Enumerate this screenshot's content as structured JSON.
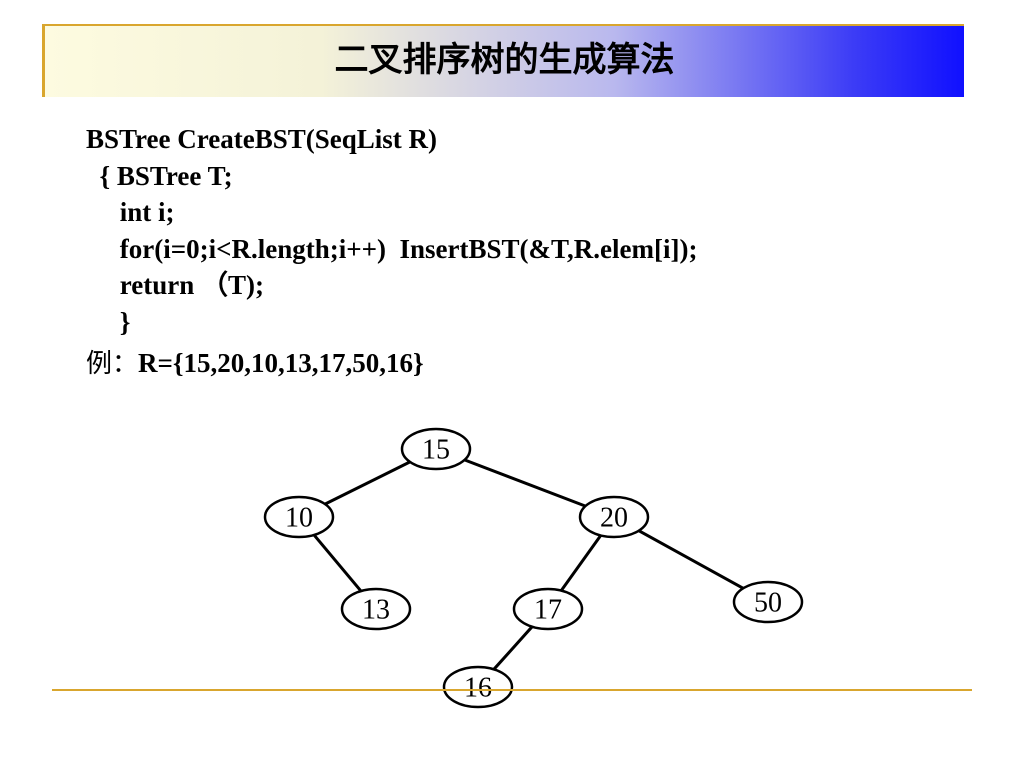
{
  "slide": {
    "title": "二叉排序树的生成算法",
    "code_lines": [
      "BSTree CreateBST(SeqList R)",
      "  { BSTree T;",
      "     int i;",
      "     for(i=0;i<R.length;i++)  InsertBST(&T,R.elem[i]);",
      "     return （T);",
      "     }"
    ],
    "example_prefix": "例：",
    "example_value": "R={15,20,10,13,17,50,16}"
  },
  "tree": {
    "nodes": [
      {
        "id": "n15",
        "label": "15"
      },
      {
        "id": "n10",
        "label": "10"
      },
      {
        "id": "n20",
        "label": "20"
      },
      {
        "id": "n13",
        "label": "13"
      },
      {
        "id": "n17",
        "label": "17"
      },
      {
        "id": "n50",
        "label": "50"
      },
      {
        "id": "n16",
        "label": "16"
      }
    ],
    "edges": [
      [
        "n15",
        "n10"
      ],
      [
        "n15",
        "n20"
      ],
      [
        "n10",
        "n13"
      ],
      [
        "n20",
        "n17"
      ],
      [
        "n20",
        "n50"
      ],
      [
        "n17",
        "n16"
      ]
    ]
  },
  "colors": {
    "accent_line": "#d9a62e",
    "title_gradient_end": "#1010ff"
  }
}
